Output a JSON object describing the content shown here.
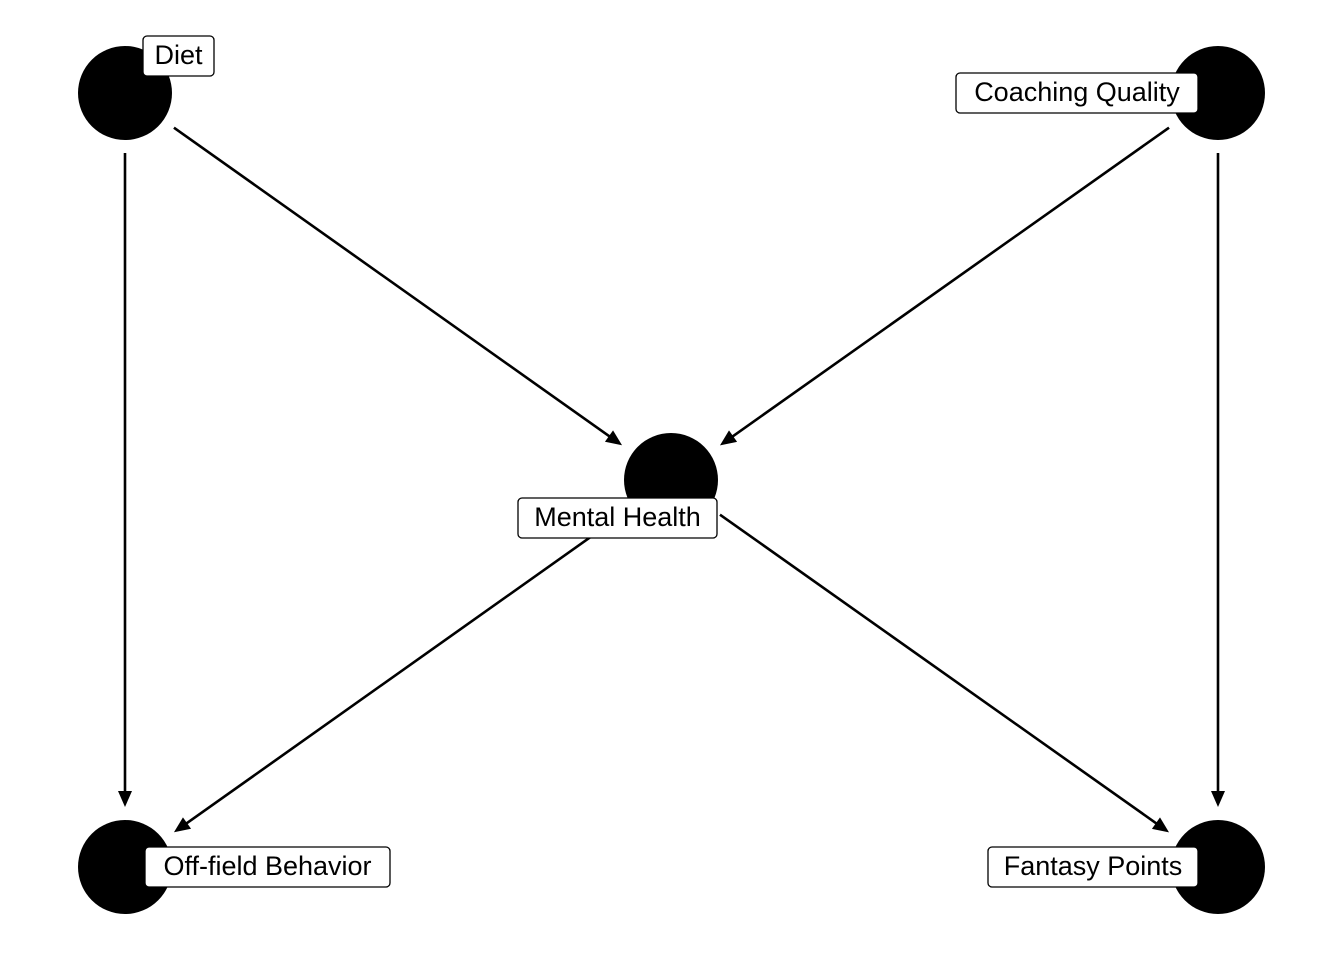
{
  "diagram": {
    "type": "directed-acyclic-graph",
    "node_color": "#000000",
    "edge_color": "#000000",
    "label_box_color": "#ffffff",
    "nodes": [
      {
        "id": "diet",
        "label": "Diet"
      },
      {
        "id": "coaching",
        "label": "Coaching Quality"
      },
      {
        "id": "mental",
        "label": "Mental Health"
      },
      {
        "id": "offfield",
        "label": "Off-field Behavior"
      },
      {
        "id": "fantasy",
        "label": "Fantasy Points"
      }
    ],
    "edges": [
      {
        "from": "diet",
        "to": "mental"
      },
      {
        "from": "diet",
        "to": "offfield"
      },
      {
        "from": "coaching",
        "to": "mental"
      },
      {
        "from": "coaching",
        "to": "fantasy"
      },
      {
        "from": "mental",
        "to": "offfield"
      },
      {
        "from": "mental",
        "to": "fantasy"
      }
    ]
  }
}
